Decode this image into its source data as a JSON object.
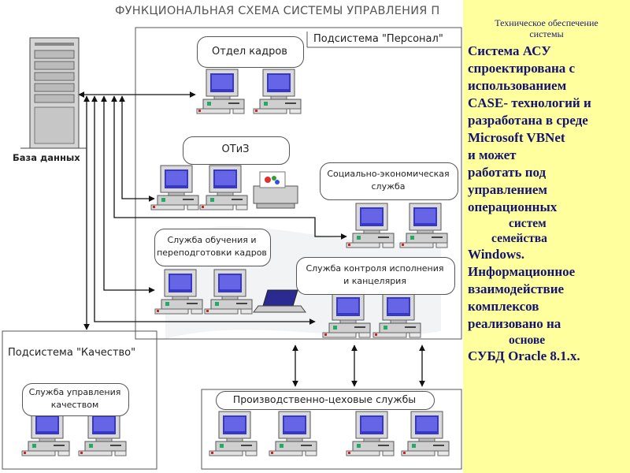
{
  "diagram": {
    "title": "ФУНКЦИОНАЛЬНАЯ СХЕМА СИСТЕМЫ УПРАВЛЕНИЯ П",
    "server_label": "База данных",
    "subsystem_personnel": "Подсистема \"Персонал\"",
    "subsystem_quality": "Подсистема \"Качество\"",
    "units": {
      "hr": "Отдел кадров",
      "otiz": "ОТиЗ",
      "social": [
        "Социально-экономическая",
        "служба"
      ],
      "training": [
        "Служба обучения и",
        "переподготовки кадров"
      ],
      "control": [
        "Служба контроля исполнения",
        "и канцелярия"
      ],
      "quality": [
        "Служба управления",
        "качеством"
      ],
      "production": "Производственно-цеховые службы"
    },
    "colors": {
      "screen": "#3a3ad0",
      "case": "#d4d4d4",
      "accent": "#d02020"
    }
  },
  "panel": {
    "heading": [
      "Техническое обеспечение",
      "системы"
    ],
    "lines": [
      {
        "t": "Система АСУ",
        "c": "ln"
      },
      {
        "t": "спроектирована с",
        "c": "ln"
      },
      {
        "t": "использованием",
        "c": "ln"
      },
      {
        "t": "CASE- технологий и",
        "c": "ln"
      },
      {
        "t": "разработана в среде",
        "c": "ln"
      },
      {
        "t": "Microsoft VBNet",
        "c": "ln"
      },
      {
        "t": "и может",
        "c": "ln"
      },
      {
        "t": "работать под",
        "c": "ln"
      },
      {
        "t": "управлением",
        "c": "ln"
      },
      {
        "t": "операционных",
        "c": "ln"
      },
      {
        "t": "систем",
        "c": "ln in"
      },
      {
        "t": "семейства",
        "c": "ln in2"
      },
      {
        "t": "Windows.",
        "c": "ln"
      },
      {
        "t": "Информационное",
        "c": "ln"
      },
      {
        "t": "взаимодействие",
        "c": "ln"
      },
      {
        "t": "комплексов",
        "c": "ln"
      },
      {
        "t": "реализовано на",
        "c": "ln"
      },
      {
        "t": "основе",
        "c": "ln in"
      },
      {
        "t": "СУБД Oracle 8.1.x.",
        "c": "ln"
      }
    ],
    "colors": {
      "background": "#ffff9e",
      "text": "#14146e"
    }
  }
}
